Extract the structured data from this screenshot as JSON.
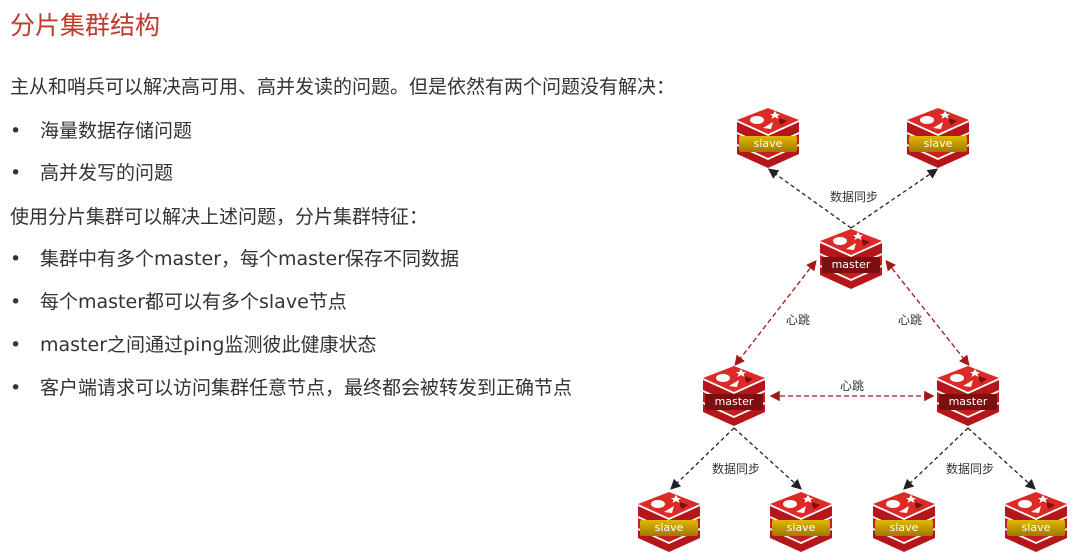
{
  "title": "分片集群结构",
  "intro": "主从和哨兵可以解决高可用、高并发读的问题。但是依然有两个问题没有解决：",
  "problems": [
    "海量数据存储问题",
    "高并发写的问题"
  ],
  "solution_intro": "使用分片集群可以解决上述问题，分片集群特征：",
  "features": [
    "集群中有多个master，每个master保存不同数据",
    "每个master都可以有多个slave节点",
    "master之间通过ping监测彼此健康状态",
    "客户端请求可以访问集群任意节点，最终都会被转发到正确节点"
  ],
  "bullet_char": "•",
  "diagram": {
    "master_label": "master",
    "slave_label": "slave",
    "sync_label": "数据同步",
    "heartbeat_label": "心跳"
  },
  "colors": {
    "title": "#c0392b",
    "heartbeat_line": "#a01818",
    "sync_line": "#222222"
  }
}
